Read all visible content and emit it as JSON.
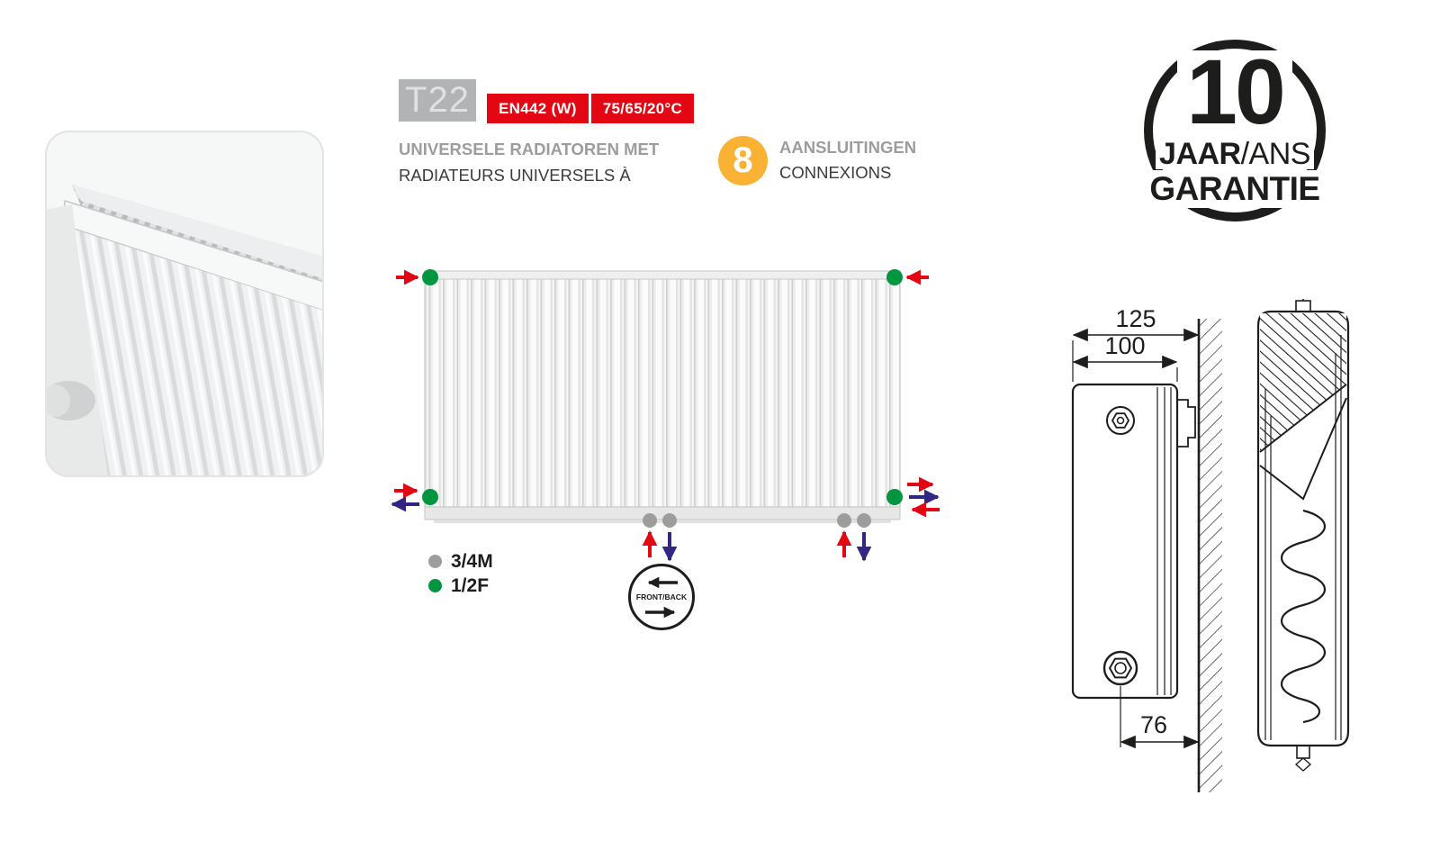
{
  "header": {
    "model": "T22",
    "standard_badge": "EN442 (W)",
    "temp_badge": "75/65/20°C",
    "title_nl": "UNIVERSELE RADIATOREN MET",
    "title_fr": "RADIATEURS UNIVERSELS À",
    "connections_count": "8",
    "connections_nl": "AANSLUITINGEN",
    "connections_fr": "CONNEXIONS"
  },
  "diagram": {
    "legend_gray": "3/4M",
    "legend_green": "1/2F",
    "front_back": "FRONT/BACK"
  },
  "warranty": {
    "years": "10",
    "jaar": "JAAR",
    "ans": "/ANS",
    "garantie": "GARANTIE"
  },
  "drawing": {
    "dim_total_depth": "125",
    "dim_panel_depth": "100",
    "dim_bottom_offset": "76"
  },
  "colors": {
    "red": "#e30613",
    "blue": "#312783",
    "green": "#009640",
    "yellow": "#f9b233",
    "gray": "#9d9d9c",
    "dark": "#1d1d1b"
  }
}
